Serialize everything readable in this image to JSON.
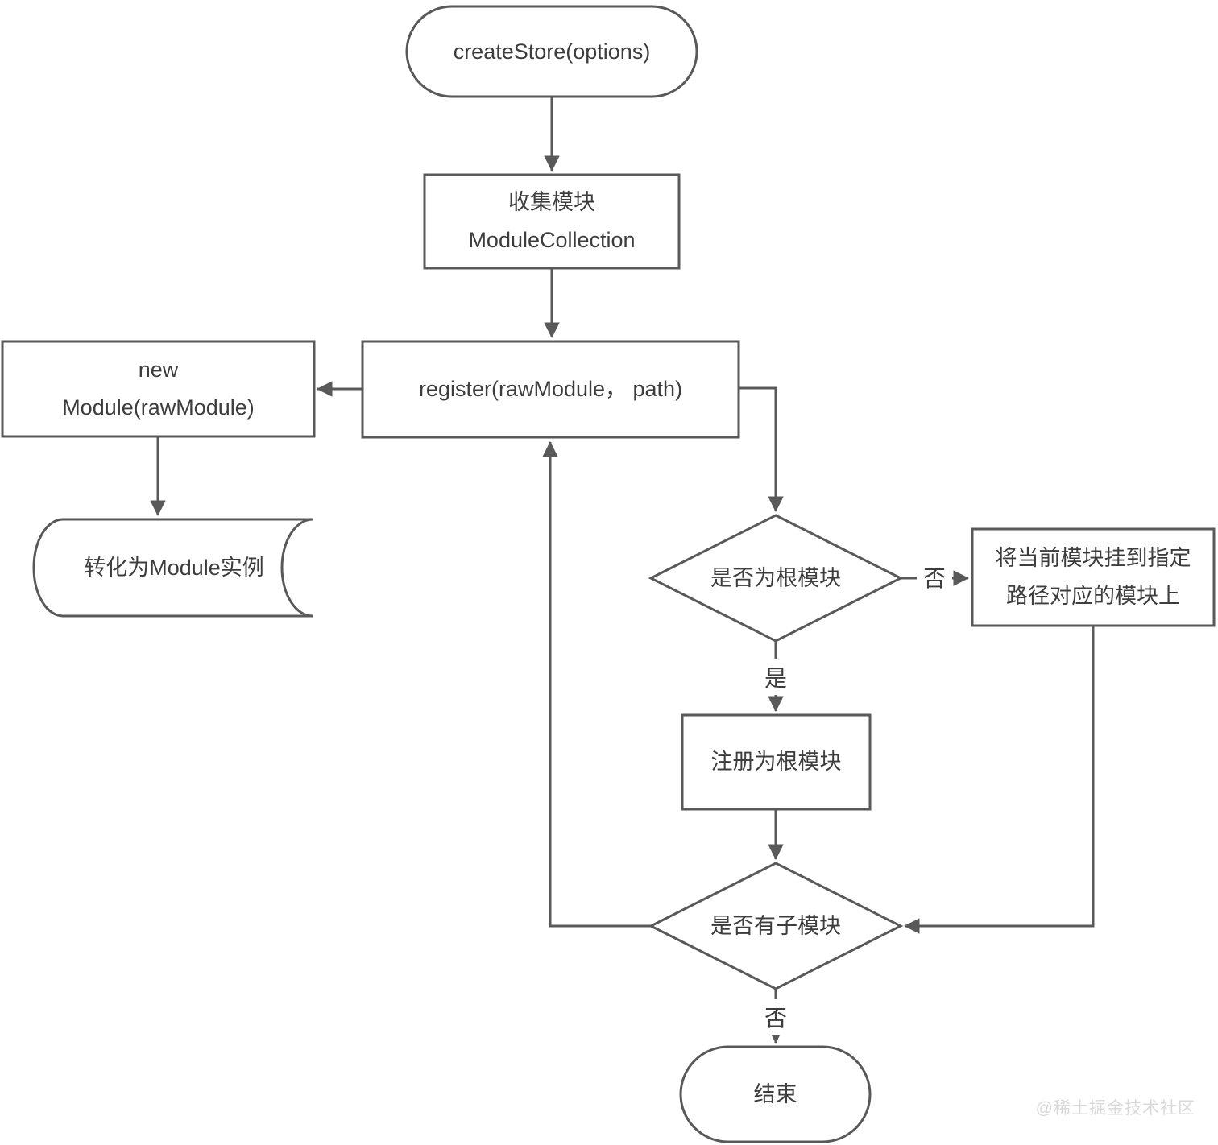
{
  "diagram": {
    "type": "flowchart",
    "nodes": {
      "start": {
        "shape": "terminator",
        "label": "createStore(options)"
      },
      "collect": {
        "shape": "process",
        "line1": "收集模块",
        "line2": "ModuleCollection"
      },
      "register": {
        "shape": "process",
        "label": "register(rawModule， path)"
      },
      "new_module": {
        "shape": "process",
        "line1": "new",
        "line2": "Module(rawModule)"
      },
      "to_instance": {
        "shape": "stored-data",
        "label": "转化为Module实例"
      },
      "is_root": {
        "shape": "decision",
        "label": "是否为根模块"
      },
      "mount_path": {
        "shape": "process",
        "line1": "将当前模块挂到指定",
        "line2": "路径对应的模块上"
      },
      "register_root": {
        "shape": "process",
        "label": "注册为根模块"
      },
      "has_children": {
        "shape": "decision",
        "label": "是否有子模块"
      },
      "end": {
        "shape": "terminator",
        "label": "结束"
      }
    },
    "edge_labels": {
      "is_root_no": "否",
      "is_root_yes": "是",
      "has_children_no": "否"
    },
    "watermark": "@稀土掘金技术社区",
    "colors": {
      "stroke": "#595959",
      "text": "#3d3d3d",
      "watermark": "#d9d9d9",
      "background": "#ffffff"
    }
  }
}
